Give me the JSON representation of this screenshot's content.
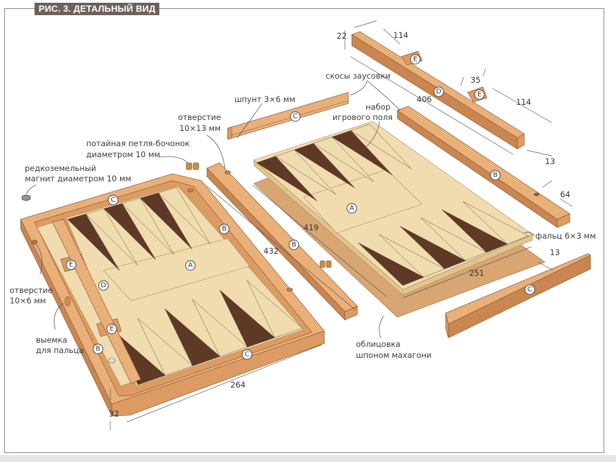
{
  "figure": {
    "title": "РИС. 3. ДЕТАЛЬНЫЙ ВИД",
    "type": "exploded-view woodworking diagram (backgammon box)"
  },
  "callouts": {
    "magnet": [
      "редкоземельный",
      "магнит диаметром 10 мм"
    ],
    "hinge": [
      "потайная петля-бочонок",
      "диаметром 10 мм"
    ],
    "hole_10x13": [
      "отверстие",
      "10×13 мм"
    ],
    "groove": "шпунт 3×6 мм",
    "chamfers": "скосы заусовки",
    "inlay": [
      "набор",
      "игрового поля"
    ],
    "rabbet": "фальц 6×3 мм",
    "hole_10x6": [
      "отверстие",
      "10×6 мм"
    ],
    "finger_notch": [
      "выемка",
      "для пальца"
    ],
    "veneer": [
      "облицовка",
      "шпоном махагони"
    ]
  },
  "dimensions": {
    "d22": "22",
    "d114_top": "114",
    "d35": "35",
    "d114_right": "114",
    "d406": "406",
    "d13_top": "13",
    "d64": "64",
    "d13_bottom": "13",
    "d419": "419",
    "d432": "432",
    "d251": "251",
    "d264": "264",
    "d32": "32"
  },
  "part_tags": {
    "A": "A",
    "B": "B",
    "C": "C",
    "D": "D",
    "E": "E"
  },
  "colors": {
    "title_bg": "#6d625a",
    "light_wood": "#f1dcb0",
    "dark_wood": "#5e3a26",
    "frame_wood": "#e9b07a",
    "veneer": "#d7a672"
  }
}
